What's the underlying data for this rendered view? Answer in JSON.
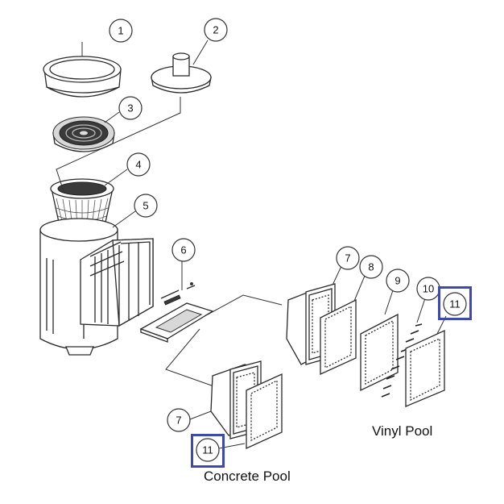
{
  "callouts": {
    "c1": "1",
    "c2": "2",
    "c3": "3",
    "c4": "4",
    "c5": "5",
    "c6": "6",
    "c7a": "7",
    "c8": "8",
    "c9": "9",
    "c10": "10",
    "c11a": "11",
    "c7b": "7",
    "c11b": "11"
  },
  "labels": {
    "vinyl": "Vinyl Pool",
    "concrete": "Concrete Pool"
  },
  "colors": {
    "highlight": "#3d48b0",
    "line": "#2a2a2a"
  }
}
